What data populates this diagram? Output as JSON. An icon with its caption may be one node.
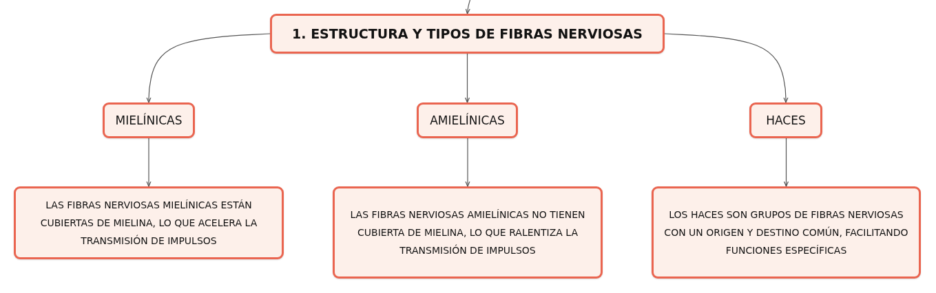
{
  "diagram": {
    "nodes": [
      {
        "text": [
          "1. ESTRUCTURA Y TIPOS DE FIBRAS NERVIOSAS"
        ]
      },
      {
        "text": [
          "MIELÍNICAS"
        ]
      },
      {
        "text": [
          "AMIELÍNICAS"
        ]
      },
      {
        "text": [
          "HACES"
        ]
      },
      {
        "text": [
          "LAS FIBRAS NERVIOSAS MIELÍNICAS ESTÁN CUBIERTAS DE MIELINA, LO QUE ACELERA LA TRANSMISIÓN DE IMPULSOS"
        ]
      },
      {
        "text": [
          "LAS FIBRAS NERVIOSAS AMIELÍNICAS NO TIENEN CUBIERTA DE MIELINA, LO QUE RALENTIZA LA TRANSMISIÓN DE IMPULSOS"
        ]
      },
      {
        "text": [
          "LOS HACES SON GRUPOS DE FIBRAS NERVIOSAS CON UN ORIGEN Y DESTINO COMÚN, FACILITANDO FUNCIONES ESPECÍFICAS"
        ]
      }
    ],
    "edges": [
      {
        "from": null,
        "to": 0,
        "arrow": "to"
      },
      {
        "from": 0,
        "to": 1,
        "arrow": "to"
      },
      {
        "from": 0,
        "to": 2,
        "arrow": "to"
      },
      {
        "from": 0,
        "to": 3,
        "arrow": "to"
      },
      {
        "from": 1,
        "to": 4,
        "arrow": "to"
      },
      {
        "from": 2,
        "to": 5,
        "arrow": "to"
      },
      {
        "from": 3,
        "to": 6,
        "arrow": "to"
      }
    ]
  }
}
